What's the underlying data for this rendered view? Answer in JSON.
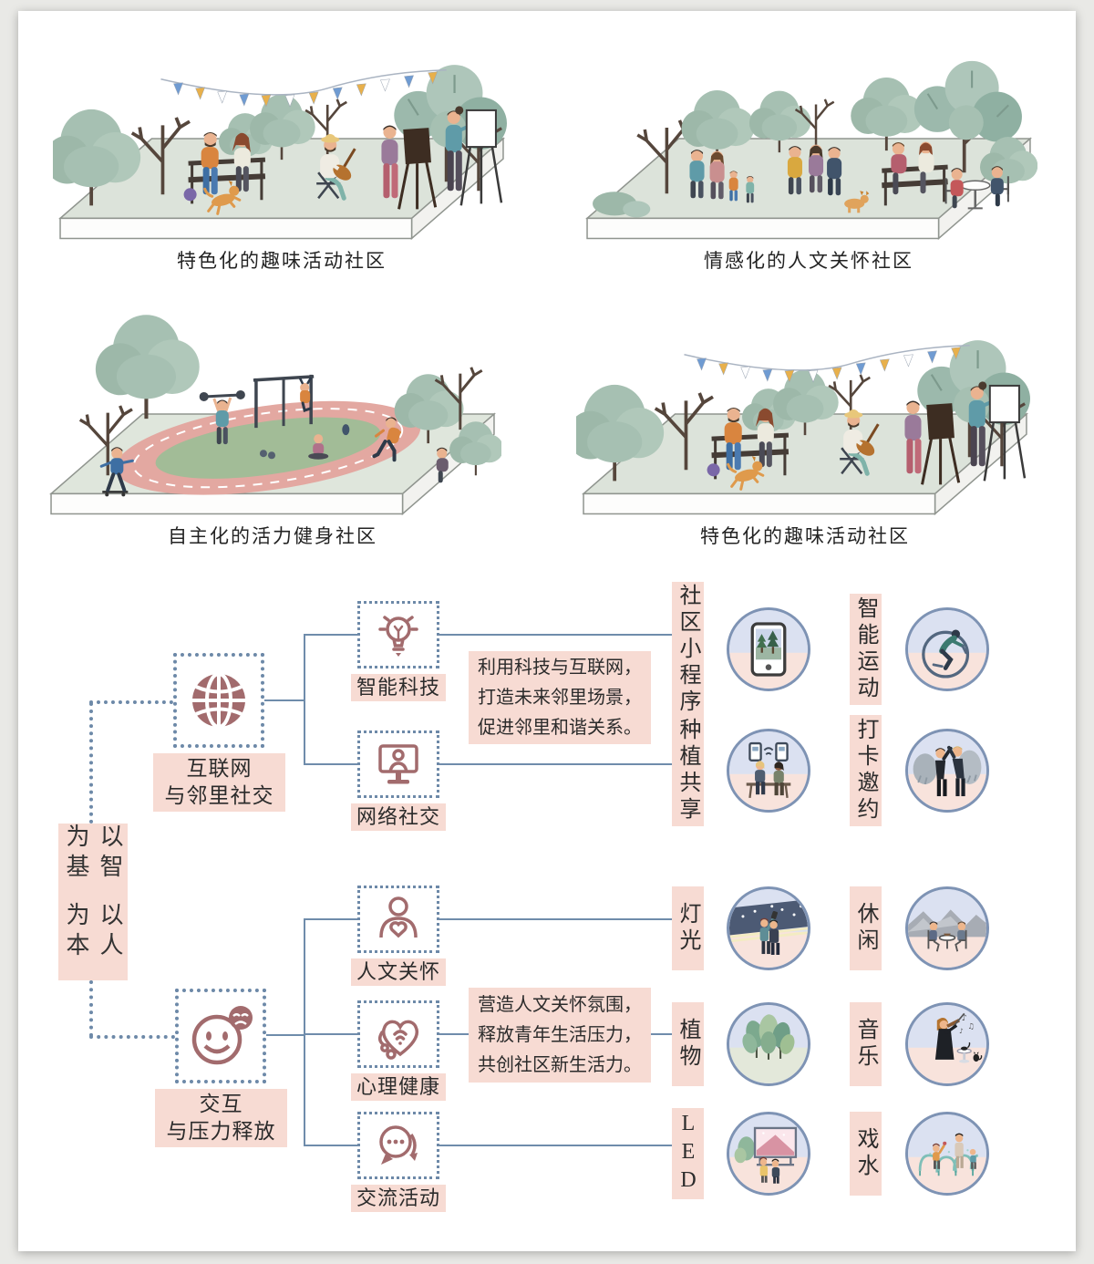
{
  "scenes": [
    {
      "caption": "特色化的趣味活动社区"
    },
    {
      "caption": "情感化的人文关怀社区"
    },
    {
      "caption": "自主化的活力健身社区"
    },
    {
      "caption": "特色化的趣味活动社区"
    }
  ],
  "flow": {
    "root": {
      "line1": "以智为基",
      "line2": "以人为本"
    },
    "groupA": {
      "hub": {
        "line1": "互联网",
        "line2": "与邻里社交"
      },
      "children": [
        {
          "label": "智能科技"
        },
        {
          "label": "网络社交"
        }
      ],
      "desc_lines": [
        "利用科技与互联网，",
        "打造未来邻里场景，",
        "促进邻里和谐关系。"
      ],
      "outcomes": [
        {
          "label": "社区小程序"
        },
        {
          "label": "智能运动"
        },
        {
          "label": "种植共享"
        },
        {
          "label": "打卡邀约"
        }
      ]
    },
    "groupB": {
      "hub": {
        "line1": "交互",
        "line2": "与压力释放"
      },
      "children": [
        {
          "label": "人文关怀"
        },
        {
          "label": "心理健康"
        },
        {
          "label": "交流活动"
        }
      ],
      "desc_lines": [
        "营造人文关怀氛围，",
        "释放青年生活压力，",
        "共创社区新生活力。"
      ],
      "outcomes": [
        {
          "label": "灯光"
        },
        {
          "label": "休闲"
        },
        {
          "label": "植物"
        },
        {
          "label": "音乐"
        },
        {
          "label": "LED"
        },
        {
          "label": "戏水"
        }
      ]
    },
    "colors": {
      "accent_rose": "#a26b6d",
      "label_pink": "#f7dbd3",
      "line_blue": "#6f8cab",
      "dot_blue": "#6d89a8",
      "circle_border": "#7e93b4"
    }
  }
}
